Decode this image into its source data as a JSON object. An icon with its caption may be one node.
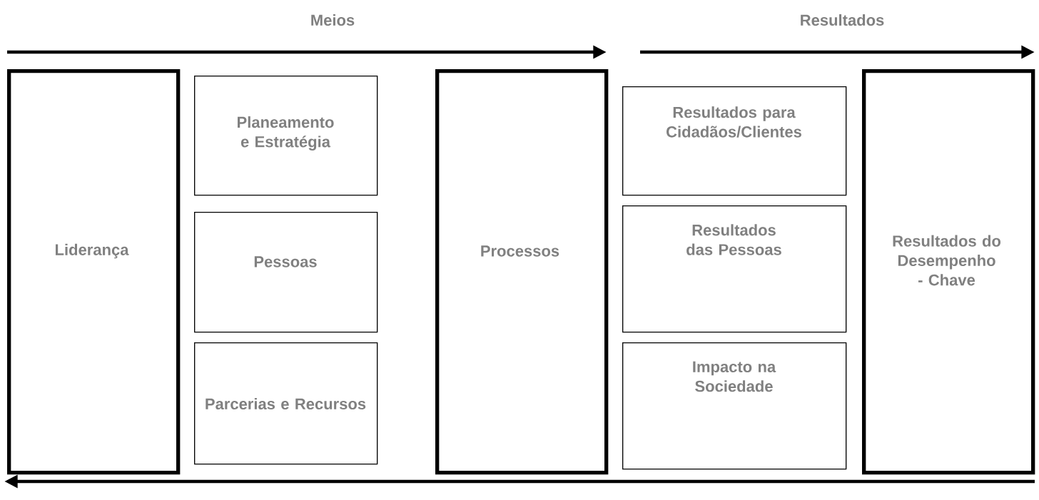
{
  "diagram": {
    "nodes": [
      {
        "text": [
          "Liderança"
        ]
      },
      {
        "text": [
          "Planeamento e Estratégia"
        ]
      },
      {
        "text": [
          "Pessoas"
        ]
      },
      {
        "text": [
          "Parcerias e Recursos"
        ]
      },
      {
        "text": [
          "Processos"
        ]
      },
      {
        "text": [
          "Resultados para Cidadãos/Clientes"
        ]
      },
      {
        "text": [
          "Resultados das Pessoas"
        ]
      },
      {
        "text": [
          "Impacto na Sociedade"
        ]
      },
      {
        "text": [
          "Resultados do Desempenho - Chave"
        ]
      }
    ],
    "labels": [
      "Meios",
      "Resultados"
    ]
  }
}
